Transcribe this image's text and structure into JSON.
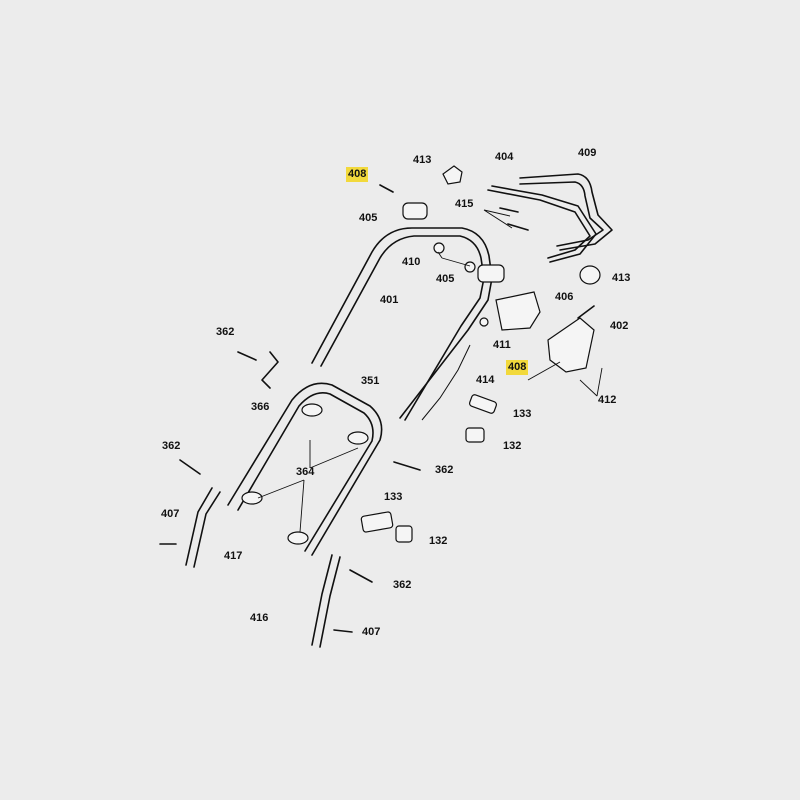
{
  "diagram": {
    "highlight_color": "#f2d93c",
    "labels": {
      "p408a": "408",
      "p413a": "413",
      "p404": "404",
      "p409": "409",
      "p405a": "405",
      "p415": "415",
      "p410": "410",
      "p405b": "405",
      "p413b": "413",
      "p401": "401",
      "p406": "406",
      "p402": "402",
      "p362a": "362",
      "p411": "411",
      "p408b": "408",
      "p351": "351",
      "p414": "414",
      "p366": "366",
      "p133a": "133",
      "p412": "412",
      "p132a": "132",
      "p362b": "362",
      "p364": "364",
      "p362c": "362",
      "p407a": "407",
      "p133b": "133",
      "p417": "417",
      "p132b": "132",
      "p362d": "362",
      "p416": "416",
      "p407b": "407"
    }
  }
}
